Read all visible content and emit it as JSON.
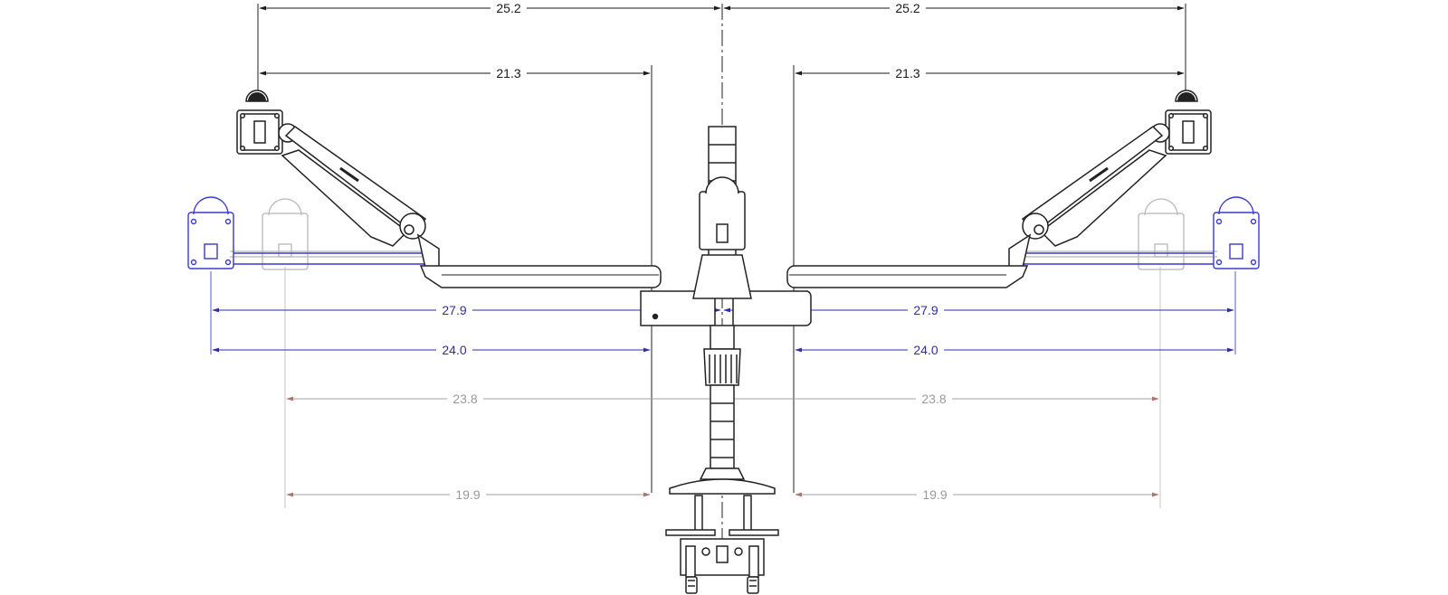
{
  "dimensions": {
    "outer_reach_left": "25.2",
    "outer_reach_right": "25.2",
    "upper_reach_left": "21.3",
    "upper_reach_right": "21.3",
    "blue_reach_left": "27.9",
    "blue_reach_right": "27.9",
    "blue_inner_left": "24.0",
    "blue_inner_right": "24.0",
    "gray_reach_left": "23.8",
    "gray_reach_right": "23.8",
    "gray_inner_left": "19.9",
    "gray_inner_right": "19.9"
  },
  "colors": {
    "black_dim": "#1a1a1a",
    "blue_dim": "#2e2ea8",
    "gray_dim": "#9a9a9a",
    "arrow_gray": "#b07070",
    "line": "#222222",
    "blue_outline": "#3a3ad0",
    "gray_outline": "#b8b8b8"
  }
}
